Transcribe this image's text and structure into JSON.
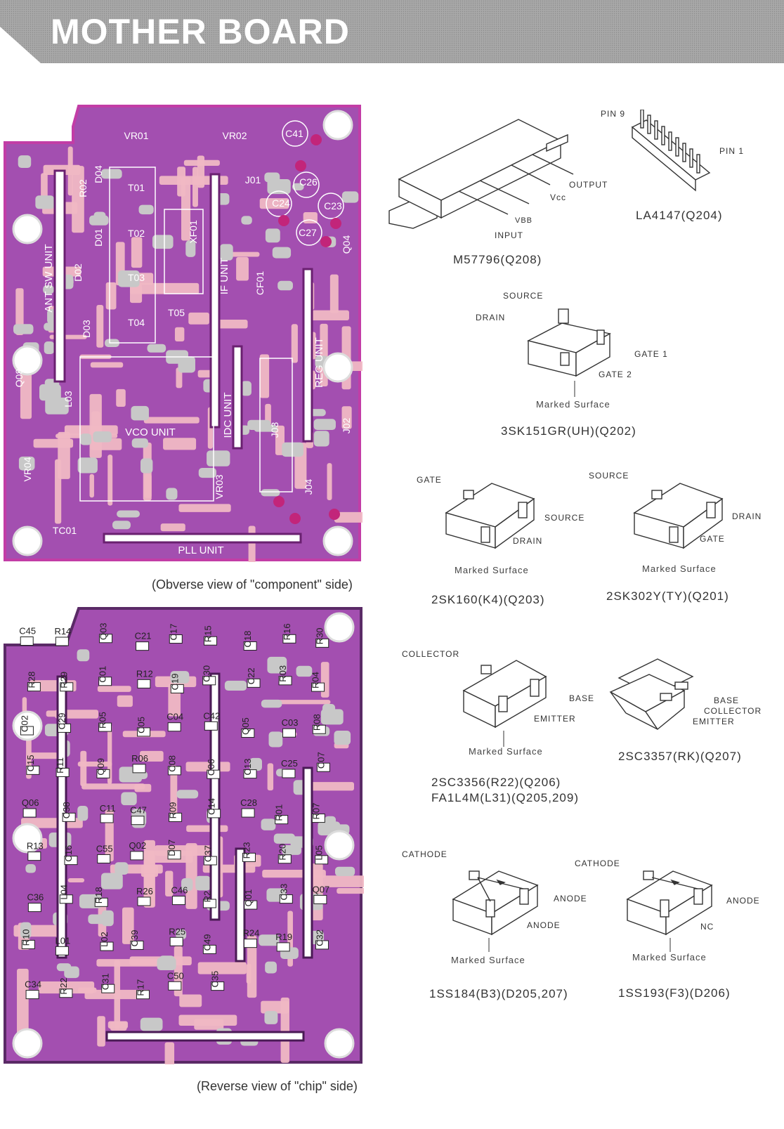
{
  "page": {
    "title": "MOTHER BOARD",
    "colors": {
      "board": "#a34fb0",
      "trace": "#f0b8c4",
      "pad": "#c8c8c8",
      "header": "#9a9a9a",
      "outline": "#c23da6"
    }
  },
  "component_side": {
    "caption": "(Obverse view of \"component\" side)",
    "labels": [
      "VR01",
      "VR02",
      "C41",
      "J01",
      "C26",
      "C24",
      "C23",
      "C27",
      "Q04",
      "T01",
      "T02",
      "T03",
      "T04",
      "T05",
      "R02",
      "D04",
      "D01",
      "D02",
      "D03",
      "XF01",
      "IF UNIT",
      "CF01",
      "REG UNIT",
      "ANT SW UNIT",
      "Q08",
      "L03",
      "VCO UNIT",
      "IDC UNIT",
      "J03",
      "J02",
      "VR04",
      "VR03",
      "J04",
      "TC01",
      "PLL UNIT"
    ]
  },
  "chip_side": {
    "caption": "(Reverse view of \"chip\" side)",
    "labels": [
      "C45",
      "R14",
      "Q03",
      "C21",
      "C17",
      "R15",
      "C18",
      "R16",
      "R30",
      "R28",
      "R29",
      "C01",
      "R12",
      "C19",
      "C30",
      "C22",
      "R03",
      "R04",
      "C02",
      "C29",
      "R05",
      "C05",
      "C04",
      "C42",
      "Q05",
      "C03",
      "R08",
      "C15",
      "R11",
      "Q09",
      "R06",
      "C08",
      "C06",
      "C13",
      "C25",
      "C07",
      "Q06",
      "C38",
      "C11",
      "C47",
      "R09",
      "C14",
      "C28",
      "R01",
      "R07",
      "R13",
      "C16",
      "C55",
      "Q02",
      "D07",
      "C37",
      "R23",
      "R20",
      "L05",
      "C36",
      "L04",
      "R18",
      "R26",
      "C46",
      "R2",
      "Q01",
      "C33",
      "Q07",
      "R10",
      "L01",
      "L02",
      "C39",
      "R25",
      "C49",
      "R24",
      "R19",
      "C32",
      "C34",
      "R22",
      "C31",
      "R17",
      "C50",
      "C35"
    ]
  },
  "components": [
    {
      "part": "M57796(Q208)",
      "pins": [
        "OUTPUT",
        "Vcc",
        "VBB",
        "INPUT"
      ]
    },
    {
      "part": "LA4147(Q204)",
      "pins": [
        "PIN 9",
        "PIN 1"
      ]
    },
    {
      "part": "3SK151GR(UH)(Q202)",
      "pins": [
        "SOURCE",
        "DRAIN",
        "GATE 1",
        "GATE 2"
      ],
      "marked": "Marked Surface"
    },
    {
      "part": "2SK160(K4)(Q203)",
      "pins": [
        "GATE",
        "SOURCE",
        "DRAIN"
      ],
      "marked": "Marked Surface"
    },
    {
      "part": "2SK302Y(TY)(Q201)",
      "pins": [
        "SOURCE",
        "DRAIN",
        "GATE"
      ],
      "marked": "Marked Surface"
    },
    {
      "part": "2SC3356(R22)(Q206)",
      "part2": "FA1L4M(L31)(Q205,209)",
      "pins": [
        "COLLECTOR",
        "BASE",
        "EMITTER"
      ],
      "marked": "Marked Surface"
    },
    {
      "part": "2SC3357(RK)(Q207)",
      "pins": [
        "BASE",
        "COLLECTOR",
        "EMITTER"
      ]
    },
    {
      "part": "1SS184(B3)(D205,207)",
      "pins": [
        "CATHODE",
        "ANODE",
        "ANODE"
      ],
      "marked": "Marked Surface"
    },
    {
      "part": "1SS193(F3)(D206)",
      "pins": [
        "CATHODE",
        "ANODE",
        "NC"
      ],
      "marked": "Marked Surface"
    }
  ]
}
